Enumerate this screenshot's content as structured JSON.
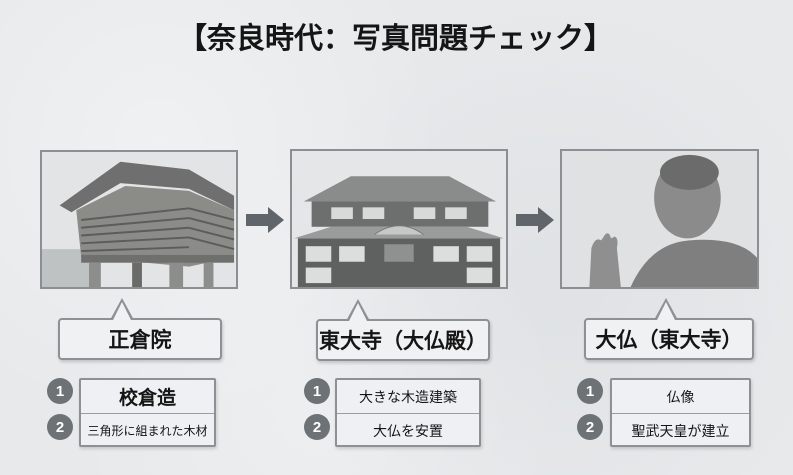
{
  "title": "【奈良時代：写真問題チェック】",
  "colors": {
    "background": "#e7e9eb",
    "frame": "#8c8f92",
    "arrow": "#5f656b",
    "number_badge": "#6d7276",
    "box_fill": "#eef0f3"
  },
  "cards": [
    {
      "photo": "shosoin-log-storehouse-photo",
      "label": "正倉院",
      "facts": [
        {
          "num": "1",
          "text": "校倉造"
        },
        {
          "num": "2",
          "text": "三角形に組まれた木材"
        }
      ]
    },
    {
      "photo": "todaiji-daibutsuden-photo",
      "label": "東大寺（大仏殿）",
      "facts": [
        {
          "num": "1",
          "text": "大きな木造建築"
        },
        {
          "num": "2",
          "text": "大仏を安置"
        }
      ]
    },
    {
      "photo": "great-buddha-statue-photo",
      "label": "大仏（東大寺）",
      "facts": [
        {
          "num": "1",
          "text": "仏像"
        },
        {
          "num": "2",
          "text": "聖武天皇が建立"
        }
      ]
    }
  ],
  "arrows": [
    "arrow-right-icon",
    "arrow-right-icon"
  ]
}
